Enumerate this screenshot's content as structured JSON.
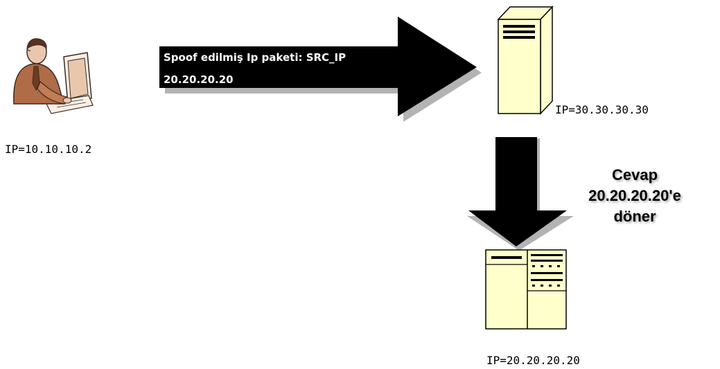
{
  "attacker": {
    "icon": "person-at-computer-icon",
    "ip_label": "IP=10.10.10.2"
  },
  "spoof_arrow": {
    "line1": "Spoof edilmiş Ip paketi: SRC_IP",
    "line2": "20.20.20.20"
  },
  "target_server": {
    "icon": "tower-server-icon",
    "ip_label": "IP=30.30.30.30"
  },
  "reply": {
    "line1": "Cevap",
    "line2": "20.20.20.20'e",
    "line3": "döner"
  },
  "victim_server": {
    "icon": "server-rack-icon",
    "ip_label": "IP=20.20.20.20"
  },
  "colors": {
    "server_fill": "#ffffcc",
    "arrow_fill": "#000000",
    "arrow_shadow": "#b3b3b3",
    "person_brown": "#b06b47"
  }
}
